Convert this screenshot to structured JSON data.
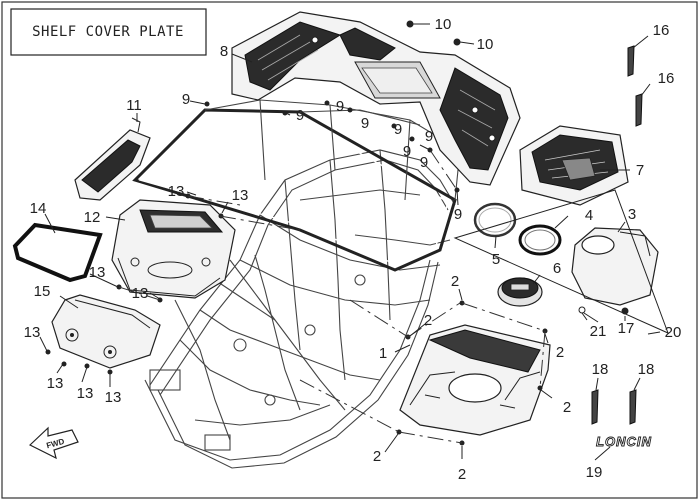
{
  "title": "SHELF COVER PLATE",
  "callouts": {
    "c1": "1",
    "c2a": "2",
    "c2b": "2",
    "c2c": "2",
    "c2d": "2",
    "c2e": "2",
    "c2f": "2",
    "c3": "3",
    "c4": "4",
    "c5": "5",
    "c6": "6",
    "c7": "7",
    "c8": "8",
    "c9a": "9",
    "c9b": "9",
    "c9c": "9",
    "c9d": "9",
    "c9e": "9",
    "c9f": "9",
    "c9g": "9",
    "c9h": "9",
    "c9i": "9",
    "c10a": "10",
    "c10b": "10",
    "c11": "11",
    "c12": "12",
    "c13a": "13",
    "c13b": "13",
    "c13c": "13",
    "c13d": "13",
    "c13e": "13",
    "c13f": "13",
    "c13g": "13",
    "c13h": "13",
    "c14": "14",
    "c15": "15",
    "c16a": "16",
    "c16b": "16",
    "c17": "17",
    "c18a": "18",
    "c18b": "18",
    "c19": "19",
    "c20": "20",
    "c21": "21"
  },
  "logo_text": "LONCIN",
  "fwd_text": "FWD"
}
